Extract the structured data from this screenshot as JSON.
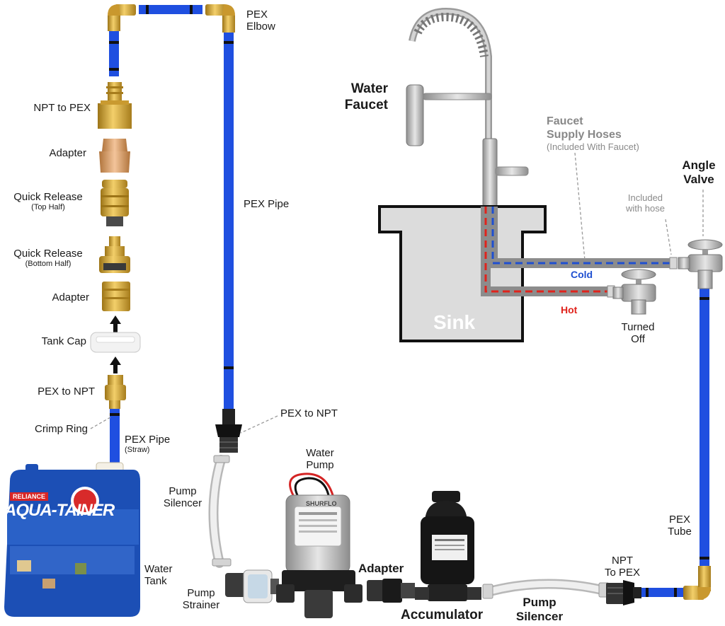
{
  "labels": {
    "pex_elbow": "PEX\nElbow",
    "npt_to_pex": "NPT to PEX",
    "adapter_top": "Adapter",
    "quick_release_top": "Quick Release",
    "quick_release_top_sub": "(Top Half)",
    "quick_release_bottom": "Quick Release",
    "quick_release_bottom_sub": "(Bottom Half)",
    "adapter_lower": "Adapter",
    "tank_cap": "Tank Cap",
    "pex_to_npt_left": "PEX to NPT",
    "crimp_ring": "Crimp Ring",
    "pex_pipe_straw": "PEX Pipe",
    "pex_pipe_straw_sub": "(Straw)",
    "pex_pipe": "PEX Pipe",
    "pex_to_npt_mid": "PEX to NPT",
    "water_pump_line1": "Water",
    "water_pump_line2": "Pump",
    "pump_silencer_left_line1": "Pump",
    "pump_silencer_left_line2": "Silencer",
    "water_tank_line1": "Water",
    "water_tank_line2": "Tank",
    "pump_strainer_line1": "Pump",
    "pump_strainer_line2": "Strainer",
    "adapter_bottom": "Adapter",
    "accumulator": "Accumulator",
    "pump_silencer_bottom_line1": "Pump",
    "pump_silencer_bottom_line2": "Silencer",
    "npt_to_pex_bottom_line1": "NPT",
    "npt_to_pex_bottom_line2": "To PEX",
    "pex_tube_line1": "PEX",
    "pex_tube_line2": "Tube",
    "water_faucet_line1": "Water",
    "water_faucet_line2": "Faucet",
    "faucet_supply_line1": "Faucet",
    "faucet_supply_line2": "Supply Hoses",
    "faucet_supply_sub": "(Included With Faucet)",
    "angle_valve_line1": "Angle",
    "angle_valve_line2": "Valve",
    "included_line1": "Included",
    "included_line2": "with hose",
    "cold": "Cold",
    "hot": "Hot",
    "turned_off_line1": "Turned",
    "turned_off_line2": "Off",
    "sink": "Sink",
    "tank_brand": "RELIANCE",
    "tank_name": "AQUA-TAINER",
    "pump_brand": "SHURFLO"
  },
  "colors": {
    "pex_blue": "#1f4fe0",
    "hose_gray": "#8c8c8c",
    "cold_blue": "#1f4fd0",
    "hot_red": "#e0231c",
    "brass": "#d8a93a",
    "sink_gray": "#dcdcdc",
    "tank_blue": "#1c4fb5"
  }
}
